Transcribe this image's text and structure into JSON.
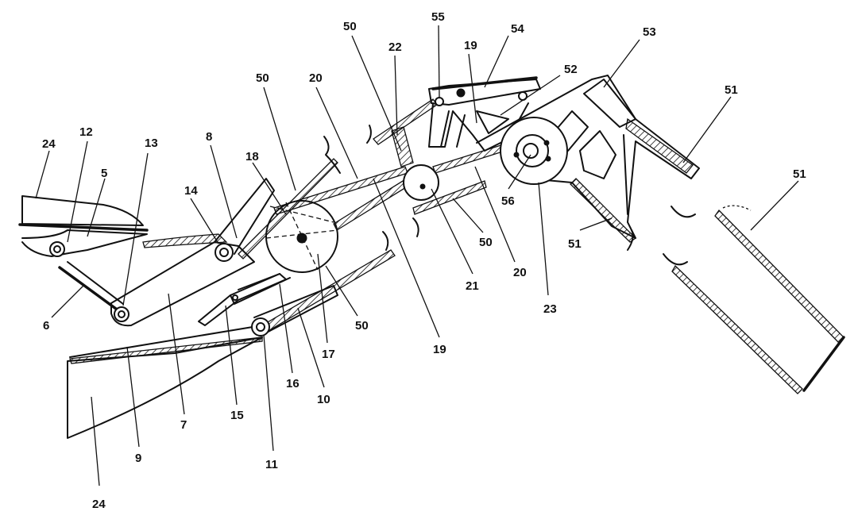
{
  "labels": {
    "24_top": "24",
    "12": "12",
    "13": "13",
    "5": "5",
    "8": "8",
    "14": "14",
    "50_a": "50",
    "20_top": "20",
    "50_top": "50",
    "22": "22",
    "55": "55",
    "19_top": "19",
    "54": "54",
    "53": "53",
    "52": "52",
    "51_top": "51",
    "51_right": "51",
    "18": "18",
    "56": "56",
    "51_mid": "51",
    "50_mid": "50",
    "20_mid": "20",
    "21": "21",
    "23": "23",
    "6": "6",
    "50_low": "50",
    "17": "17",
    "19_low": "19",
    "16": "16",
    "10": "10",
    "15": "15",
    "7": "7",
    "11": "11",
    "9": "9",
    "24_low": "24"
  }
}
